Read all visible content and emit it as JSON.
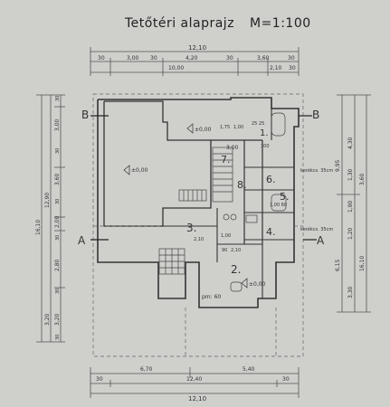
{
  "title": "Tetőtéri alaprajz",
  "scale": "M=1:100",
  "top_dims": {
    "total_a": "12,10",
    "row_b": [
      "30",
      "3,00",
      "30",
      "4,20",
      "30",
      "3,60",
      "30"
    ],
    "row_c": [
      "10,00",
      "2,10",
      "30"
    ]
  },
  "bottom_dims": {
    "row_a": [
      "6,70",
      "5,40"
    ],
    "row_b": [
      "30",
      "12,40",
      "30"
    ],
    "total": "12,10"
  },
  "left_dims": {
    "outer": [
      "16,10",
      "12,90",
      "3,20"
    ],
    "inner_a": [
      "30",
      "3,00",
      "30",
      "3,60",
      "30",
      "2,00",
      "30",
      "2,80",
      "30",
      "3,20",
      "30"
    ]
  },
  "right_dims": {
    "outer": [
      "9,95",
      "6,15"
    ],
    "inner": [
      "4,30",
      "1,30",
      "1,90",
      "1,20",
      "3,30",
      "3,60",
      "16,10"
    ]
  },
  "section_marks": [
    "B",
    "B",
    "A",
    "A"
  ],
  "room_numbers": [
    "1.",
    "2.",
    "3.",
    "4.",
    "5.",
    "6.",
    "7.",
    "8."
  ],
  "room_annotations": {
    "r1": "100",
    "r6": "kerékcs. 35cm",
    "r5": "1,00 60",
    "r4": "kerékcs. 35cm",
    "r2": "pm: 60",
    "stair_up": "3,00",
    "level_a": "±0,00",
    "level_b": "±0,00",
    "r2_level": "±0,00",
    "tick_175": "1,75",
    "tick_25": "25 25",
    "tick_1": "1,00",
    "r3_a": "2,10",
    "r3_b": "1,00",
    "r3_c": "90",
    "r3_d": "2,10"
  },
  "colors": {
    "paper": "#cfcfcc",
    "line": "#333333",
    "dim_line": "#555555"
  }
}
